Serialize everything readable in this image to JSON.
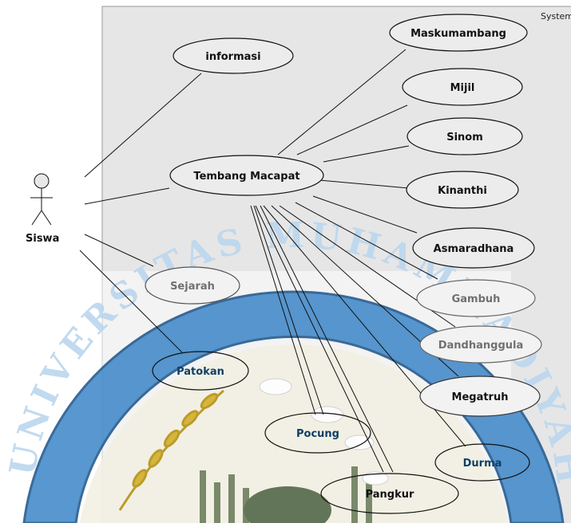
{
  "system": {
    "label": "System"
  },
  "actor": {
    "name": "Siswa"
  },
  "use_cases": [
    {
      "id": "informasi",
      "label": "informasi"
    },
    {
      "id": "tembang",
      "label": "Tembang Macapat"
    },
    {
      "id": "maskumambang",
      "label": "Maskumambang"
    },
    {
      "id": "mijil",
      "label": "Mijil"
    },
    {
      "id": "sinom",
      "label": "Sinom"
    },
    {
      "id": "kinanthi",
      "label": "Kinanthi"
    },
    {
      "id": "asmaradhana",
      "label": "Asmaradhana"
    },
    {
      "id": "gambuh",
      "label": "Gambuh"
    },
    {
      "id": "dandhanggula",
      "label": "Dandhanggula"
    },
    {
      "id": "megatruh",
      "label": "Megatruh"
    },
    {
      "id": "durma",
      "label": "Durma"
    },
    {
      "id": "pangkur",
      "label": "Pangkur"
    },
    {
      "id": "pocung",
      "label": "Pocung"
    },
    {
      "id": "sejarah",
      "label": "Sejarah"
    },
    {
      "id": "patokan",
      "label": "Patokan"
    }
  ],
  "watermark": {
    "text": "UNIVERSITAS MUHAMMADIYAH"
  },
  "colors": {
    "system_bg": "#e6e6e6",
    "watermark_blue": "#3f86c4",
    "watermark_gold": "#c9a31d",
    "ellipse_stroke": "#111111"
  }
}
